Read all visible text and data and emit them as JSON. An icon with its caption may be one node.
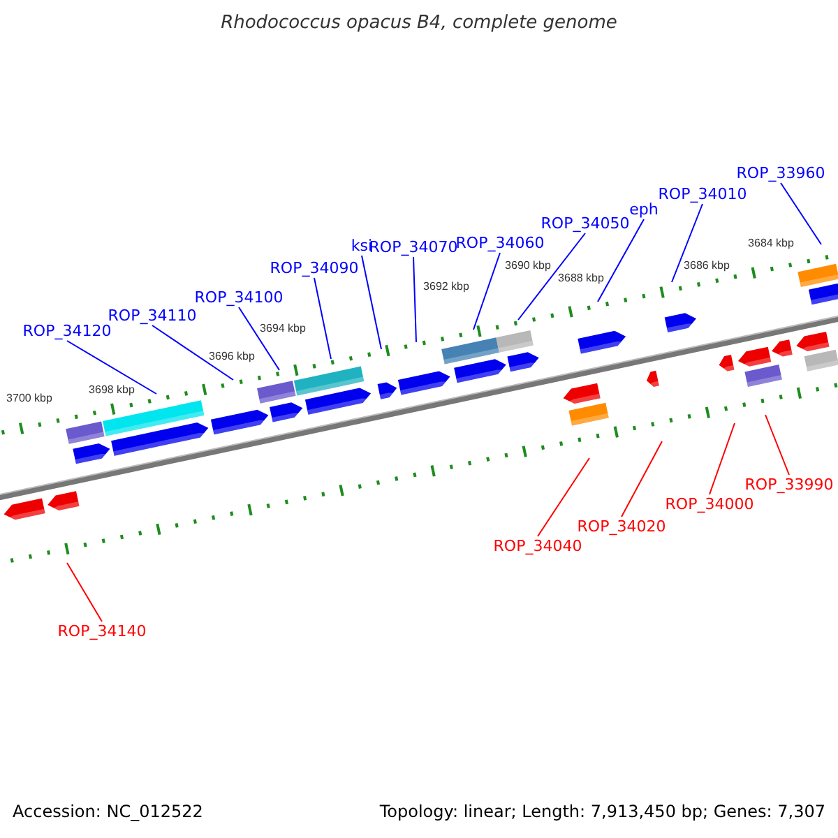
{
  "diagram": {
    "title": "Rhodococcus opacus B4, complete genome",
    "nodes": [
      {
        "text": [
          "ROP_34120"
        ]
      },
      {
        "text": [
          "ROP_34110"
        ]
      },
      {
        "text": [
          "ROP_34100"
        ]
      },
      {
        "text": [
          "ROP_34090"
        ]
      },
      {
        "text": [
          "ksi"
        ]
      },
      {
        "text": [
          "ROP_34070"
        ]
      },
      {
        "text": [
          "ROP_34060"
        ]
      },
      {
        "text": [
          "ROP_34050"
        ]
      },
      {
        "text": [
          "eph"
        ]
      },
      {
        "text": [
          "ROP_34010"
        ]
      },
      {
        "text": [
          "ROP_33960"
        ]
      },
      {
        "text": [
          "ROP_34140"
        ]
      },
      {
        "text": [
          "ROP_34040"
        ]
      },
      {
        "text": [
          "ROP_34020"
        ]
      },
      {
        "text": [
          "ROP_34000"
        ]
      },
      {
        "text": [
          "ROP_33990"
        ]
      }
    ],
    "edges": [
      {
        "from": 0,
        "to": null,
        "arrow": "none"
      },
      {
        "from": 1,
        "to": null,
        "arrow": "none"
      },
      {
        "from": 2,
        "to": null,
        "arrow": "none"
      },
      {
        "from": 3,
        "to": null,
        "arrow": "none"
      },
      {
        "from": 4,
        "to": null,
        "arrow": "none"
      },
      {
        "from": 5,
        "to": null,
        "arrow": "none"
      },
      {
        "from": 6,
        "to": null,
        "arrow": "none"
      },
      {
        "from": 7,
        "to": null,
        "arrow": "none"
      },
      {
        "from": 8,
        "to": null,
        "arrow": "none"
      },
      {
        "from": 9,
        "to": null,
        "arrow": "none"
      },
      {
        "from": 10,
        "to": null,
        "arrow": "none"
      },
      {
        "from": 11,
        "to": null,
        "arrow": "none",
        "color": "#ff0000"
      },
      {
        "from": 12,
        "to": null,
        "arrow": "none",
        "color": "#ff0000"
      },
      {
        "from": 13,
        "to": null,
        "arrow": "none",
        "color": "#ff0000"
      },
      {
        "from": 14,
        "to": null,
        "arrow": "none",
        "color": "#ff0000"
      },
      {
        "from": 15,
        "to": null,
        "arrow": "none",
        "color": "#ff0000"
      }
    ],
    "labels": [
      "3700 kbp",
      "3698 kbp",
      "3696 kbp",
      "3694 kbp",
      "3692 kbp",
      "3690 kbp",
      "3688 kbp",
      "3686 kbp",
      "3684 kbp",
      "Accession: NC_012522",
      "Topology: linear; Length: 7,913,450 bp; Genes: 7,307"
    ]
  }
}
